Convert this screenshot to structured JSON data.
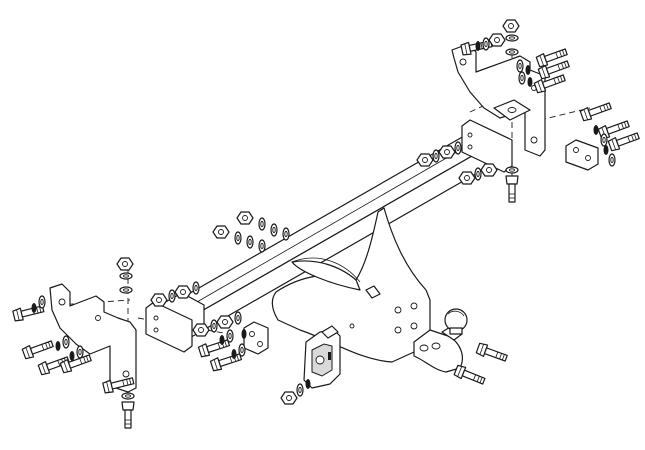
{
  "diagram": {
    "type": "exploded-assembly",
    "parts": [
      "crossbar-tube",
      "left-side-bracket",
      "right-side-bracket",
      "center-drop-plate",
      "tow-ball-mount",
      "electrical-socket-plate",
      "fastener-bolts",
      "fastener-nuts",
      "fastener-washers",
      "clamp-plates"
    ],
    "colors": {
      "line": "#1a1a1a",
      "background": "#ffffff",
      "shade": "#d9d9d9"
    }
  }
}
